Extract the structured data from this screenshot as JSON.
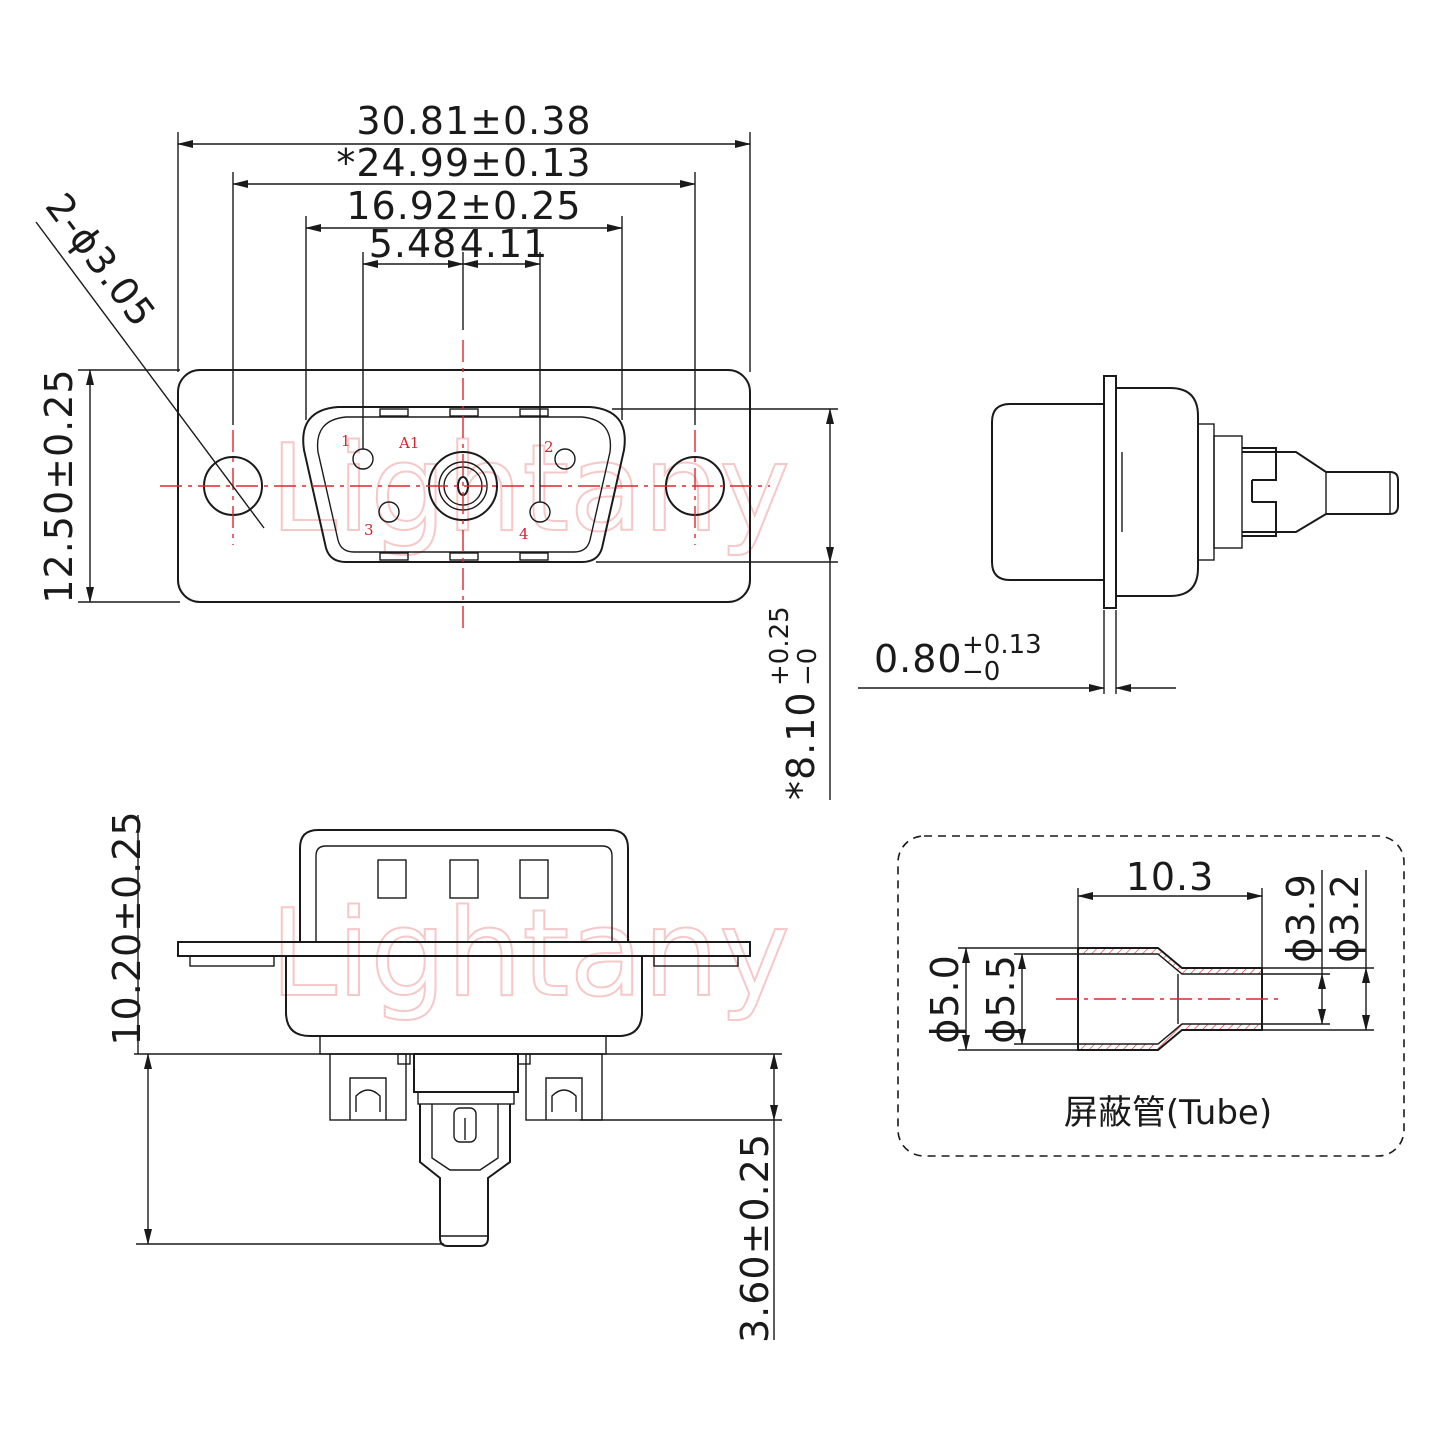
{
  "watermark": "Lightany",
  "colors": {
    "line": "#1a1a1a",
    "center": "#e0262b",
    "watermark": "#f6c8c8"
  },
  "front_view": {
    "dim_overall_width": "30.81±0.38",
    "dim_hole_spacing": "*24.99±0.13",
    "dim_shell_width": "16.92±0.25",
    "dim_pin_left": "5.48",
    "dim_pin_right": "4.11",
    "dim_mount_holes": "2-ϕ3.05",
    "dim_flange_height": "12.50±0.25",
    "dim_shell_height_base": "*8.10",
    "dim_shell_height_tol_upper": "+0.25",
    "dim_shell_height_tol_lower": "−0",
    "pin_labels": {
      "p1": "1",
      "a1": "A1",
      "p2": "2",
      "p3": "3",
      "p4": "4"
    }
  },
  "side_view": {
    "dim_flange_thickness_base": "0.80",
    "dim_flange_thickness_tol_upper": "+0.13",
    "dim_flange_thickness_tol_lower": "−0"
  },
  "bottom_view": {
    "dim_height": "10.20±0.25",
    "dim_tail_length": "3.60±0.25"
  },
  "tube_detail": {
    "dim_length": "10.3",
    "dim_outer_large": "ϕ5.0",
    "dim_inner_large": "ϕ5.5",
    "dim_outer_small": "ϕ3.9",
    "dim_inner_small": "ϕ3.2",
    "caption": "屏蔽管(Tube)"
  }
}
